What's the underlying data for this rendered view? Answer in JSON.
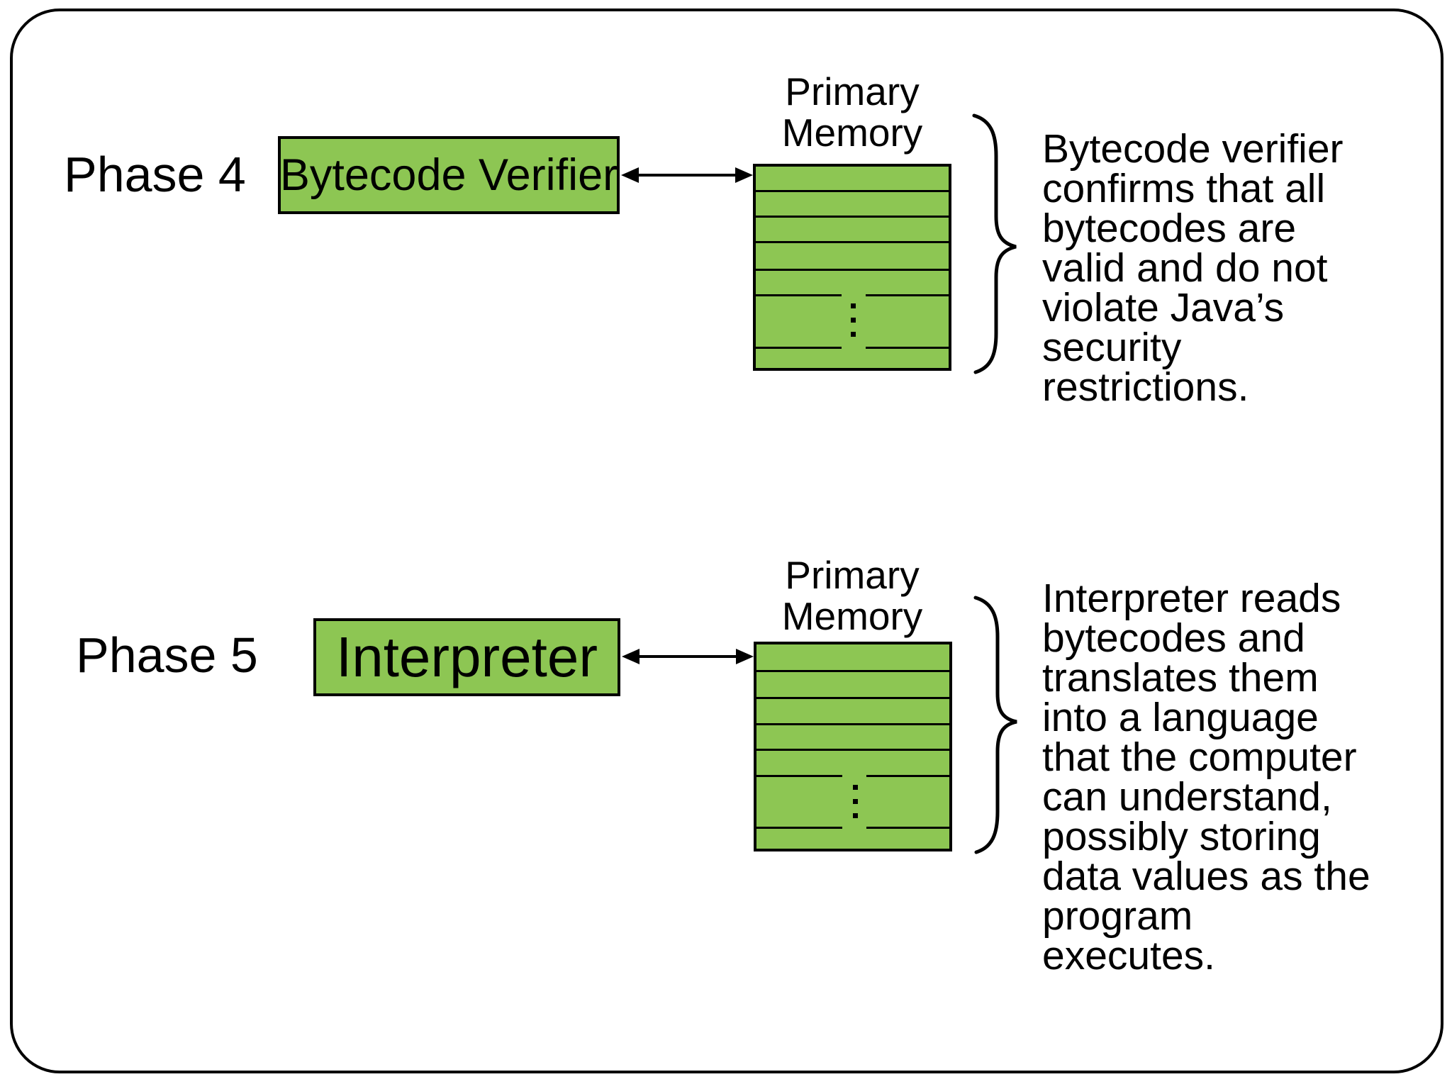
{
  "slide": {
    "accent_green": "#8DC653",
    "border_color": "#000000",
    "background": "#ffffff"
  },
  "phase4": {
    "phase_label": "Phase 4",
    "component": "Bytecode Verifier",
    "memory_title": "Primary\nMemory",
    "description": "Bytecode verifier\nconfirms that all\nbytecodes are\nvalid and do not\nviolate Java’s\nsecurity\nrestrictions."
  },
  "phase5": {
    "phase_label": "Phase 5",
    "component": "Interpreter",
    "memory_title": "Primary\nMemory",
    "description": "Interpreter reads\nbytecodes and\ntranslates them\ninto a language\nthat the computer\ncan understand,\npossibly storing\ndata values as the\nprogram\nexecutes."
  }
}
